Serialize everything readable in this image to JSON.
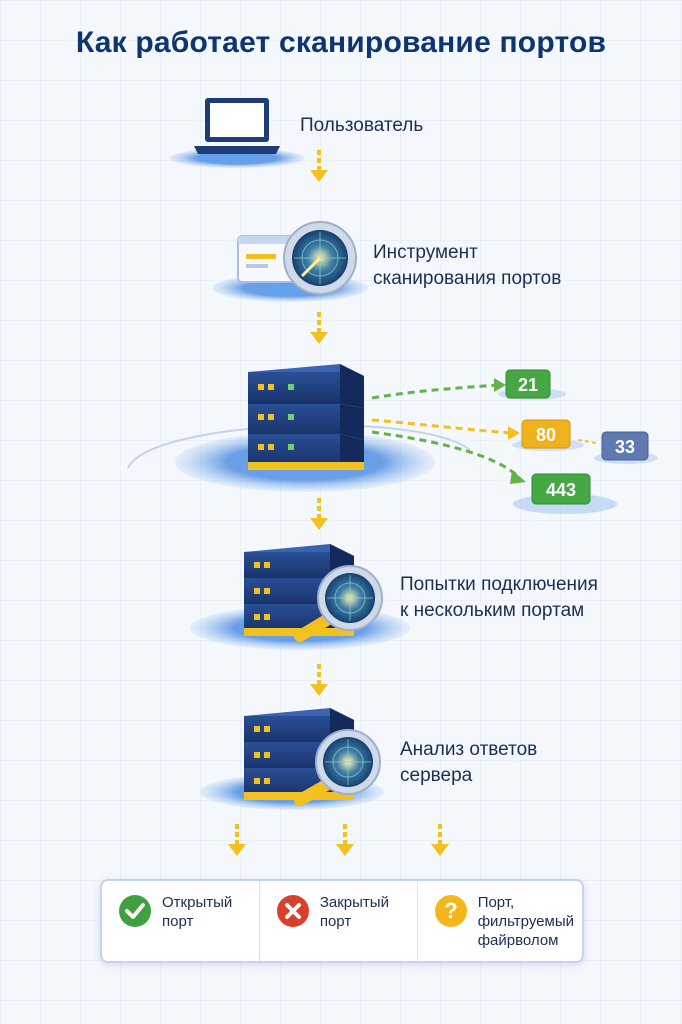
{
  "title": "Как работает сканирование портов",
  "steps": {
    "user": {
      "lines": [
        "Пользователь"
      ]
    },
    "tool": {
      "lines": [
        "Инструмент",
        "сканирования портов"
      ]
    },
    "connect": {
      "lines": [
        "Попытки подключения",
        "к нескольким портам"
      ]
    },
    "analyze": {
      "lines": [
        "Анализ ответов",
        "сервера"
      ]
    }
  },
  "ports": [
    {
      "label": "21",
      "status": "open",
      "color": "#45a845"
    },
    {
      "label": "80",
      "status": "filtered",
      "color": "#f0b21c"
    },
    {
      "label": "33",
      "status": "neutral",
      "color": "#5f7ab0"
    },
    {
      "label": "443",
      "status": "open",
      "color": "#45a845"
    }
  ],
  "legend": [
    {
      "lines": [
        "Открытый",
        "порт"
      ],
      "icon": "check-icon",
      "color": "#3ea13e"
    },
    {
      "lines": [
        "Закрытый",
        "порт"
      ],
      "icon": "cross-icon",
      "color": "#d9402b"
    },
    {
      "lines": [
        "Порт,",
        "фильтруемый",
        "файрволом"
      ],
      "icon": "question-icon",
      "color": "#f3b71d"
    }
  ],
  "colors": {
    "title": "#0f3570",
    "arrow": "#f2c11d",
    "server": "#1f3a73",
    "platform": "#4a8be0"
  }
}
